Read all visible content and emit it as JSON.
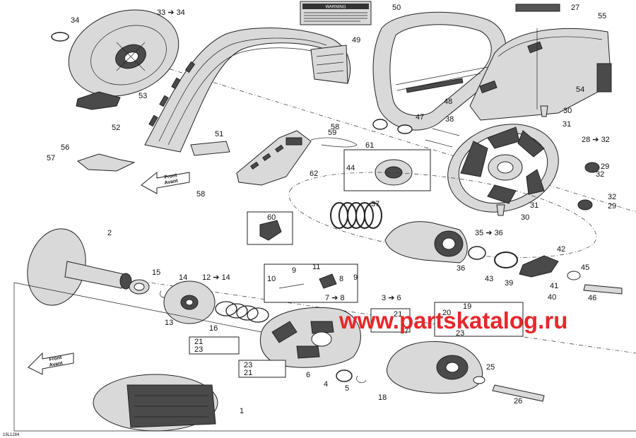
{
  "diagram": {
    "reference_code": "19L1284",
    "watermark": "www.partskatalog.ru",
    "direction_marker": {
      "line1": "Front",
      "line2": "Avant"
    },
    "warning_label_text": "WARNING",
    "callouts": {
      "c1": "1",
      "c2": "2",
      "c3_6": "3 ➔ 6",
      "c4": "4",
      "c5": "5",
      "c6": "6",
      "c7_8": "7 ➔ 8",
      "c8": "8",
      "c9a": "9",
      "c9b": "9",
      "c10": "10",
      "c11": "11",
      "c12_14": "12 ➔ 14",
      "c13": "13",
      "c14": "14",
      "c15": "15",
      "c16": "16",
      "c17": "17",
      "c18": "18",
      "c19": "19",
      "c20": "20",
      "c21a": "21",
      "c21b": "21",
      "c21c": "21",
      "c23a": "23",
      "c23b": "23",
      "c23c": "23",
      "c25": "25",
      "c26": "26",
      "c27": "27",
      "c28_32": "28 ➔ 32",
      "c29a": "29",
      "c29b": "29",
      "c30a": "30",
      "c30b": "30",
      "c31a": "31",
      "c31b": "31",
      "c32a": "32",
      "c32b": "32",
      "c33_34": "33 ➔ 34",
      "c34": "34",
      "c35_36": "35 ➔ 36",
      "c36": "36",
      "c37": "37",
      "c38": "38",
      "c39": "39",
      "c40": "40",
      "c41": "41",
      "c42": "42",
      "c43": "43",
      "c44": "44",
      "c45": "45",
      "c46": "46",
      "c47": "47",
      "c48": "48",
      "c49": "49",
      "c50": "50",
      "c51": "51",
      "c52": "52",
      "c53": "53",
      "c54": "54",
      "c55": "55",
      "c56": "56",
      "c57": "57",
      "c58a": "58",
      "c58b": "58",
      "c59": "59",
      "c60": "60",
      "c61": "61",
      "c62": "62"
    }
  }
}
